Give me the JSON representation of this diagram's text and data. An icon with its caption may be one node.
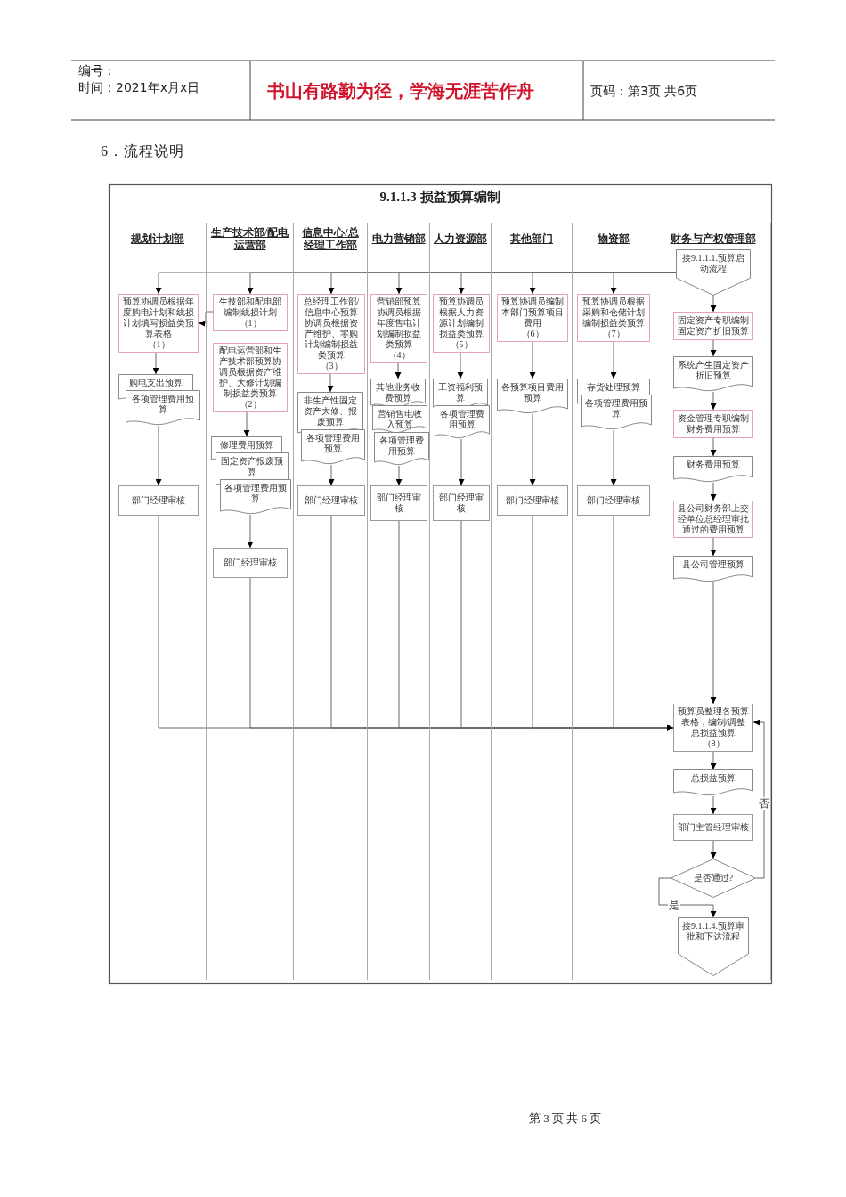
{
  "diagram": {
    "title": "9.1.1.3 损益预算编制",
    "nodes": [
      {
        "text": [
          "规划计划部"
        ]
      },
      {
        "text": [
          "生产技术部/配电运营部"
        ]
      },
      {
        "text": [
          "信息中心/总经理工作部"
        ]
      },
      {
        "text": [
          "电力营销部"
        ]
      },
      {
        "text": [
          "人力资源部"
        ]
      },
      {
        "text": [
          "其他部门"
        ]
      },
      {
        "text": [
          "物资部"
        ]
      },
      {
        "text": [
          "财务与产权管理部"
        ]
      },
      {
        "text": [
          "预算协调员根据年度购电计划和线损计划填写损益类预算表格",
          "（1）"
        ],
        "in": 0
      },
      {
        "text": [
          "购电支出预算"
        ],
        "in": 0
      },
      {
        "text": [
          "各项管理费用预算"
        ],
        "in": 0
      },
      {
        "text": [
          "部门经理审核"
        ],
        "in": 0
      },
      {
        "text": [
          "生技部和配电部编制线损计划",
          "（1）"
        ],
        "in": 1
      },
      {
        "text": [
          "配电运营部和生产技术部预算协调员根据资产维护、大修计划编制损益类预算",
          "（2）"
        ],
        "in": 1
      },
      {
        "text": [
          "修理费用预算"
        ],
        "in": 1
      },
      {
        "text": [
          "固定资产报废预算"
        ],
        "in": 1
      },
      {
        "text": [
          "各项管理费用预算"
        ],
        "in": 1
      },
      {
        "text": [
          "部门经理审核"
        ],
        "in": 1
      },
      {
        "text": [
          "总经理工作部/信息中心预算协调员根据资产维护、零购计划编制损益类预算",
          "（3）"
        ],
        "in": 2
      },
      {
        "text": [
          "非生产性固定资产大修、报废预算"
        ],
        "in": 2
      },
      {
        "text": [
          "各项管理费用预算"
        ],
        "in": 2
      },
      {
        "text": [
          "部门经理审核"
        ],
        "in": 2
      },
      {
        "text": [
          "营销部预算协调员根据年度售电计划编制损益类预算",
          "（4）"
        ],
        "in": 3
      },
      {
        "text": [
          "其他业务收费预算"
        ],
        "in": 3
      },
      {
        "text": [
          "营销售电收入预算"
        ],
        "in": 3
      },
      {
        "text": [
          "各项管理费用预算"
        ],
        "in": 3
      },
      {
        "text": [
          "部门经理审核"
        ],
        "in": 3
      },
      {
        "text": [
          "预算协调员根据人力资源计划编制损益类预算",
          "（5）"
        ],
        "in": 4
      },
      {
        "text": [
          "工资福利预算"
        ],
        "in": 4
      },
      {
        "text": [
          "各项管理费用预算"
        ],
        "in": 4
      },
      {
        "text": [
          "部门经理审核"
        ],
        "in": 4
      },
      {
        "text": [
          "预算协调员编制本部门预算项目费用",
          "（6）"
        ],
        "in": 5
      },
      {
        "text": [
          "各预算项目费用预算"
        ],
        "in": 5
      },
      {
        "text": [
          "部门经理审核"
        ],
        "in": 5
      },
      {
        "text": [
          "预算协调员根据采购和仓储计划编制损益类预算",
          "（7）"
        ],
        "in": 6
      },
      {
        "text": [
          "存货处理预算"
        ],
        "in": 6
      },
      {
        "text": [
          "各项管理费用预算"
        ],
        "in": 6
      },
      {
        "text": [
          "部门经理审核"
        ],
        "in": 6
      },
      {
        "text": [
          "接9.1.1.1.预算启动流程"
        ],
        "in": 7
      },
      {
        "text": [
          "固定资产专职编制固定资产折旧预算"
        ],
        "in": 7
      },
      {
        "text": [
          "系统产生固定资产折旧预算"
        ],
        "in": 7
      },
      {
        "text": [
          "资金管理专职编制财务费用预算"
        ],
        "in": 7
      },
      {
        "text": [
          "财务费用预算"
        ],
        "in": 7
      },
      {
        "text": [
          "县公司财务部上交经单位总经理审批通过的费用预算"
        ],
        "in": 7
      },
      {
        "text": [
          "县公司管理预算"
        ],
        "in": 7
      },
      {
        "text": [
          "预算员整理各预算表格，编制/调整总损益预算",
          "（8）"
        ],
        "in": 7
      },
      {
        "text": [
          "总损益预算"
        ],
        "in": 7
      },
      {
        "text": [
          "部门主管经理审核"
        ],
        "in": 7
      },
      {
        "text": [
          "是否通过?"
        ],
        "in": 7
      },
      {
        "text": [
          "接9.1.1.4.预算审批和下达流程"
        ],
        "in": 7
      }
    ],
    "edges": [
      {
        "from": 38,
        "to": 8,
        "arrow": "to"
      },
      {
        "from": 38,
        "to": 12,
        "arrow": "to"
      },
      {
        "from": 38,
        "to": 18,
        "arrow": "to"
      },
      {
        "from": 38,
        "to": 22,
        "arrow": "to"
      },
      {
        "from": 38,
        "to": 27,
        "arrow": "to"
      },
      {
        "from": 38,
        "to": 31,
        "arrow": "to"
      },
      {
        "from": 38,
        "to": 34,
        "arrow": "to"
      },
      {
        "from": 38,
        "to": 39,
        "arrow": "to"
      },
      {
        "from": 12,
        "to": 8,
        "arrow": "to"
      },
      {
        "from": 8,
        "to": 9,
        "arrow": "to"
      },
      {
        "from": 10,
        "to": 11,
        "arrow": "to"
      },
      {
        "from": 13,
        "to": 14,
        "arrow": "to"
      },
      {
        "from": 16,
        "to": 17,
        "arrow": "to"
      },
      {
        "from": 18,
        "to": 19,
        "arrow": "to"
      },
      {
        "from": 20,
        "to": 21,
        "arrow": "to"
      },
      {
        "from": 22,
        "to": 23,
        "arrow": "to"
      },
      {
        "from": 25,
        "to": 26,
        "arrow": "to"
      },
      {
        "from": 27,
        "to": 28,
        "arrow": "to"
      },
      {
        "from": 29,
        "to": 30,
        "arrow": "to"
      },
      {
        "from": 31,
        "to": 32,
        "arrow": "to"
      },
      {
        "from": 32,
        "to": 33,
        "arrow": "to"
      },
      {
        "from": 34,
        "to": 35,
        "arrow": "to"
      },
      {
        "from": 36,
        "to": 37,
        "arrow": "to"
      },
      {
        "from": 39,
        "to": 40,
        "arrow": "to"
      },
      {
        "from": 40,
        "to": 41,
        "arrow": "to"
      },
      {
        "from": 41,
        "to": 42,
        "arrow": "to"
      },
      {
        "from": 42,
        "to": 43,
        "arrow": "to"
      },
      {
        "from": 43,
        "to": 44,
        "arrow": "to"
      },
      {
        "from": 44,
        "to": 45,
        "arrow": "to"
      },
      {
        "from": 11,
        "to": 45,
        "arrow": "to"
      },
      {
        "from": 17,
        "to": 45,
        "arrow": "to"
      },
      {
        "from": 21,
        "to": 45,
        "arrow": "to"
      },
      {
        "from": 26,
        "to": 45,
        "arrow": "to"
      },
      {
        "from": 30,
        "to": 45,
        "arrow": "to"
      },
      {
        "from": 33,
        "to": 45,
        "arrow": "to"
      },
      {
        "from": 37,
        "to": 45,
        "arrow": "to"
      },
      {
        "from": 45,
        "to": 46,
        "arrow": "to"
      },
      {
        "from": 46,
        "to": 47,
        "arrow": "to"
      },
      {
        "from": 47,
        "to": 48,
        "arrow": "to"
      },
      {
        "from": 48,
        "to": 45,
        "arrow": "to",
        "label": "否"
      },
      {
        "from": 48,
        "to": 49,
        "arrow": "to",
        "label": "是"
      }
    ],
    "labels": [
      "编号：",
      "时间：2021年x月x日",
      "书山有路勤为径，学海无涯苦作舟",
      "页码：第3页 共6页",
      "6．流程说明",
      "第 3 页 共 6 页"
    ]
  }
}
